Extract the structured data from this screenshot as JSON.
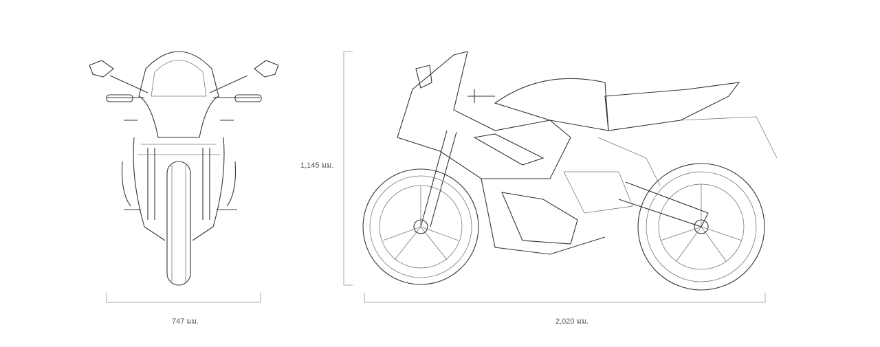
{
  "dimensions": {
    "width": "747 มม.",
    "height": "1,145 มม.",
    "length": "2,020 มม."
  }
}
